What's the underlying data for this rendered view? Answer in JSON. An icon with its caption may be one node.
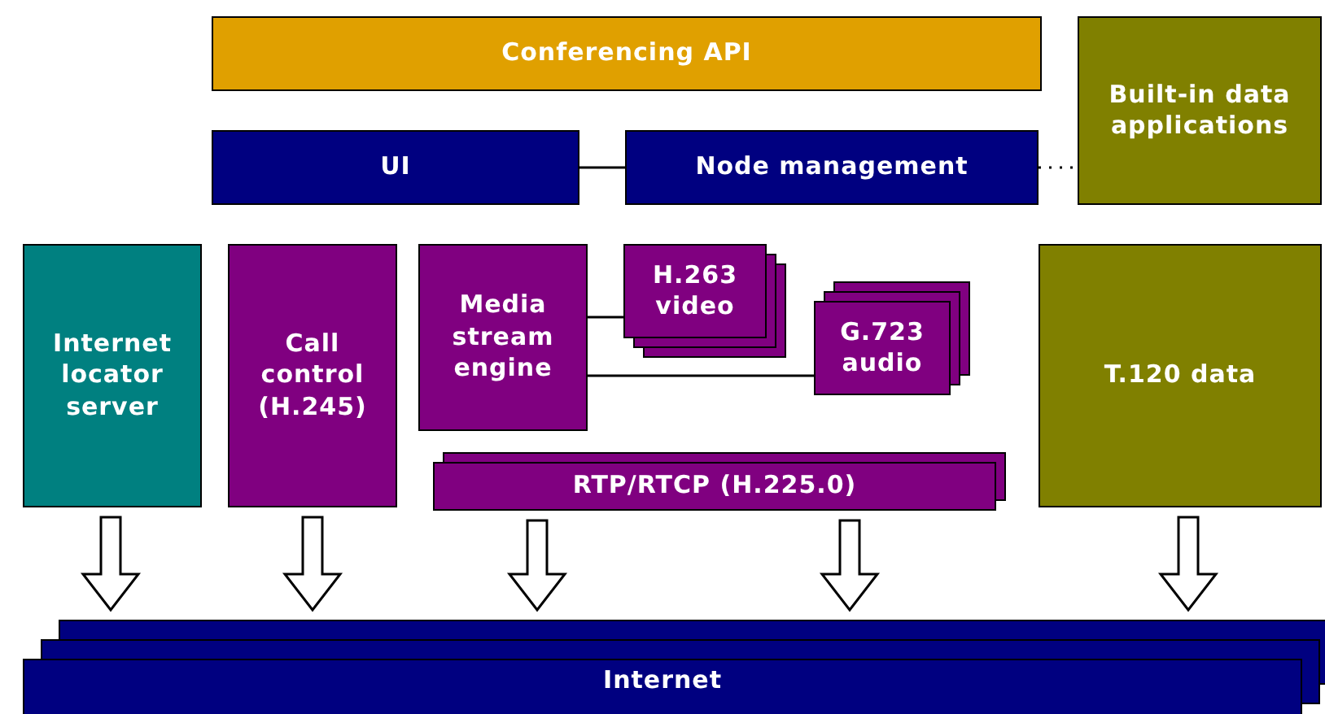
{
  "diagram": {
    "nodes": [
      {
        "text": [
          "Conferencing API"
        ]
      },
      {
        "text": [
          "Built-in data applications"
        ]
      },
      {
        "text": [
          "UI"
        ]
      },
      {
        "text": [
          "Node management"
        ]
      },
      {
        "text": [
          "Internet locator server"
        ]
      },
      {
        "text": [
          "Call control (H.245)"
        ]
      },
      {
        "text": [
          "Media stream engine"
        ]
      },
      {
        "text": [
          "H.263 video"
        ]
      },
      {
        "text": [
          "G.723 audio"
        ]
      },
      {
        "text": [
          "RTP/RTCP (H.225.0)"
        ]
      },
      {
        "text": [
          "T.120 data"
        ]
      },
      {
        "text": [
          "Internet"
        ]
      }
    ],
    "edges": [
      {
        "from": 2,
        "to": 3,
        "arrow": "none"
      },
      {
        "from": 3,
        "to": 1,
        "arrow": "none",
        "style": "dashed"
      },
      {
        "from": 6,
        "to": 7,
        "arrow": "none"
      },
      {
        "from": 6,
        "to": 8,
        "arrow": "none"
      },
      {
        "from": 4,
        "to": 11,
        "arrow": "to",
        "style": "thick"
      },
      {
        "from": 5,
        "to": 11,
        "arrow": "to",
        "style": "thick"
      },
      {
        "from": 9,
        "to": 11,
        "arrow": "to",
        "style": "thick"
      },
      {
        "from": 9,
        "to": 11,
        "arrow": "to",
        "style": "thick"
      },
      {
        "from": 10,
        "to": 11,
        "arrow": "to",
        "style": "thick"
      }
    ]
  }
}
